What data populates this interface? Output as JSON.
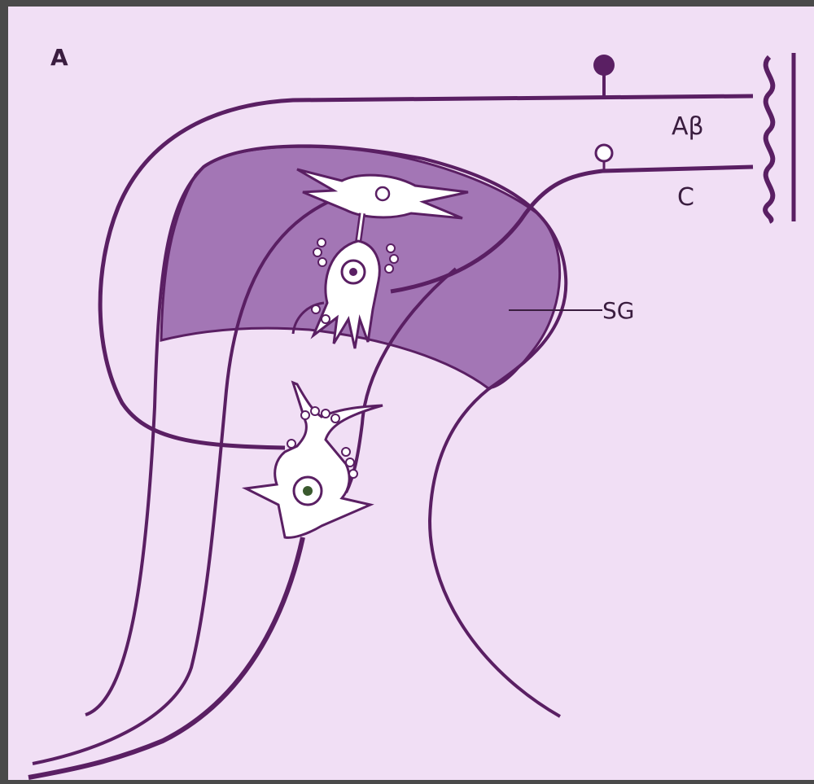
{
  "panel_label": "A",
  "fibers": {
    "abeta": {
      "label": "Aβ",
      "terminal": "filled"
    },
    "c": {
      "label": "C",
      "terminal": "open"
    }
  },
  "regions": {
    "substantia_gelatinosa": {
      "label": "SG"
    }
  },
  "colors": {
    "background": "#f1dff5",
    "sg_fill": "#a376b5",
    "line": "#5a1f63",
    "cell_fill": "#ffffff",
    "frame": "#4a4a4a"
  }
}
